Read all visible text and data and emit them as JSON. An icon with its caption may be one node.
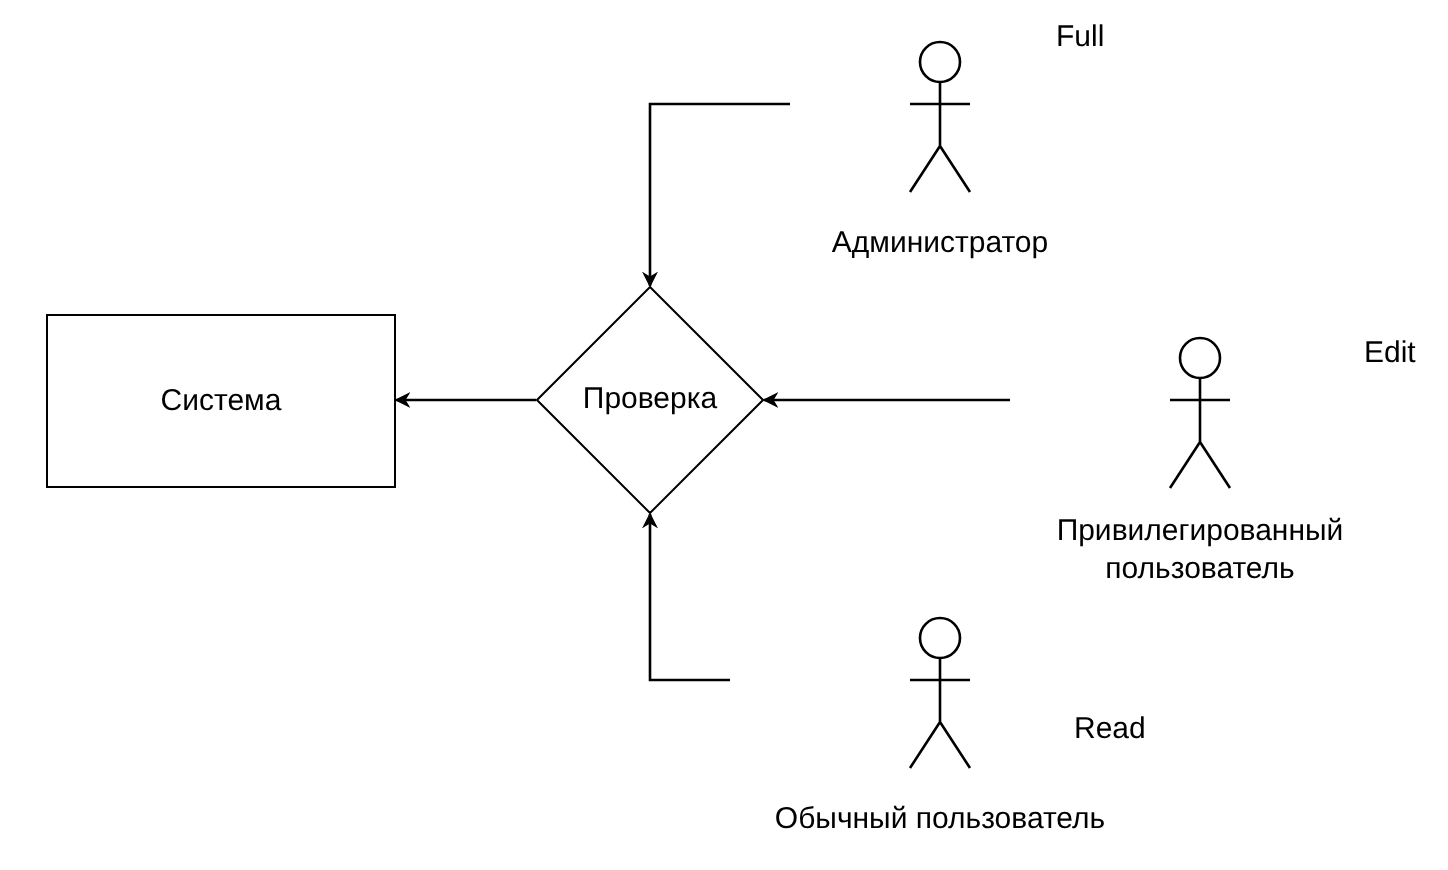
{
  "diagram": {
    "nodes": [
      {
        "text": [
          "Система"
        ]
      },
      {
        "text": [
          "Проверка"
        ]
      },
      {
        "text": [
          "Администратор"
        ],
        "beside": [
          "Full"
        ]
      },
      {
        "text": [
          "Привилегированный пользователь"
        ],
        "beside": [
          "Edit"
        ]
      },
      {
        "text": [
          "Обычный пользователь"
        ],
        "beside": [
          "Read"
        ]
      }
    ],
    "edges": [
      {
        "from": 2,
        "to": 1,
        "arrow": "to"
      },
      {
        "from": 3,
        "to": 1,
        "arrow": "to"
      },
      {
        "from": 4,
        "to": 1,
        "arrow": "to"
      },
      {
        "from": 1,
        "to": 0,
        "arrow": "to"
      }
    ]
  }
}
